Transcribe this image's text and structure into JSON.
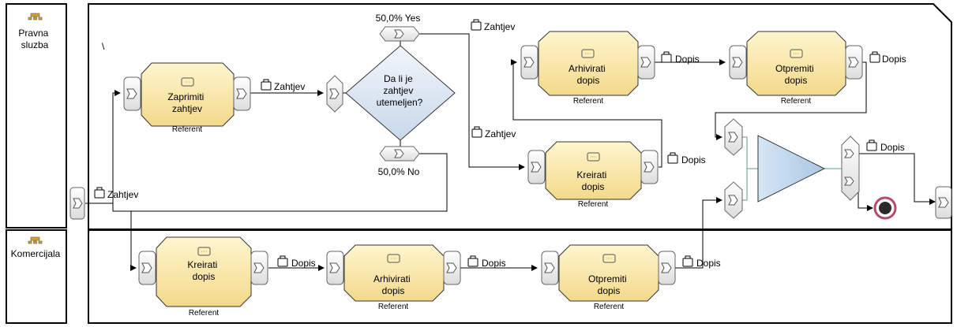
{
  "lanes": {
    "top": "Pravna\nsluzba",
    "bottom": "Komercijala"
  },
  "tasks": {
    "zaprimiti": {
      "label": "Zaprimiti\nzahtjev",
      "role": "Referent"
    },
    "arhivirati_top": {
      "label": "Arhivirati\ndopis",
      "role": "Referent"
    },
    "otpremiti_top": {
      "label": "Otpremiti\ndopis",
      "role": "Referent"
    },
    "kreirati_top": {
      "label": "Kreirati\ndopis",
      "role": "Referent"
    },
    "kreirati_bottom": {
      "label": "Kreirati\ndopis",
      "role": "Referent"
    },
    "arhivirati_bottom": {
      "label": "Arhivirati\ndopis",
      "role": "Referent"
    },
    "otpremiti_bottom": {
      "label": "Otpremiti\ndopis",
      "role": "Referent"
    }
  },
  "decision": {
    "question": "Da li je\nzahtjev\nutemeljen?",
    "yes_label": "50,0% Yes",
    "no_label": "50,0% No"
  },
  "artifacts": {
    "zahtjev": "Zahtjev",
    "dopis": "Dopis"
  },
  "misc": {
    "stray_mark": "\\"
  },
  "colors": {
    "task_fill_top": "#fff6cf",
    "task_fill_bottom": "#f3d98a",
    "task_stroke": "#333333",
    "decision_fill_top": "#f2f6fb",
    "decision_fill_bottom": "#c8d8ea",
    "merge_fill": "#b9d3ea",
    "merge_line": "#5f9e86",
    "end_outer": "#b24c6b",
    "end_inner": "#2b2b2b"
  }
}
